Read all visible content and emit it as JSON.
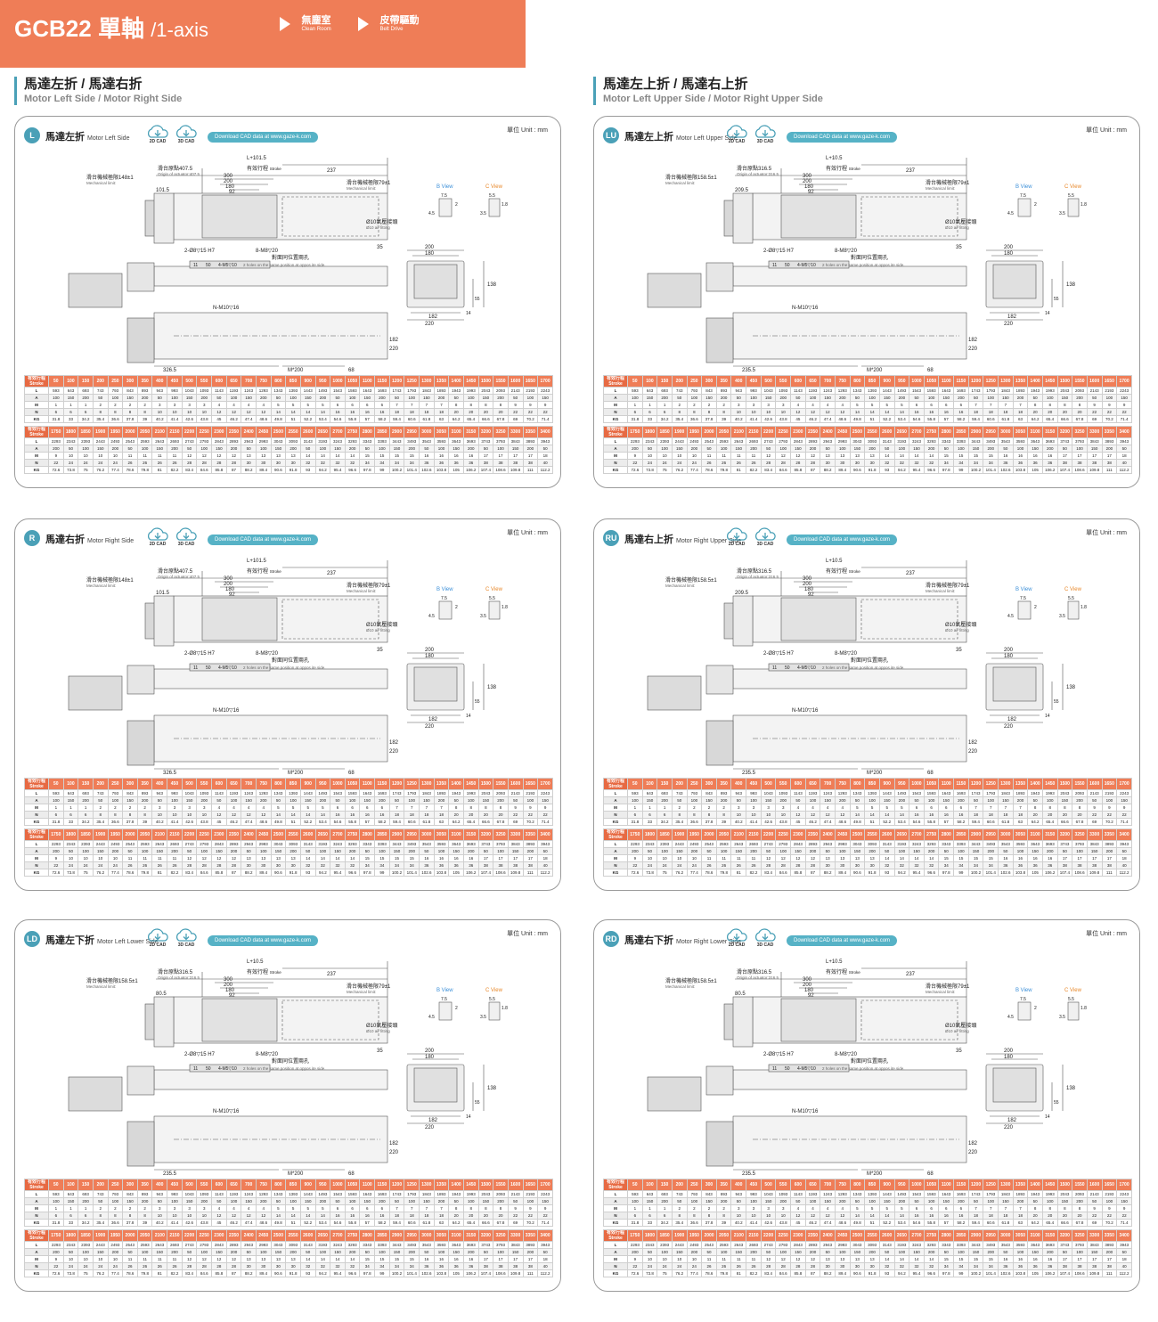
{
  "header": {
    "model": "GCB22",
    "axis_zh": "單軸",
    "axis_en": "/1-axis",
    "features": [
      {
        "zh": "無塵室",
        "en": "Clean Room"
      },
      {
        "zh": "皮帶驅動",
        "en": "Belt Drive"
      }
    ]
  },
  "sections": [
    {
      "zh": "馬達左折 / 馬達右折",
      "en": "Motor Left Side / Motor Right Side"
    },
    {
      "zh": "馬達左上折 / 馬達右上折",
      "en": "Motor Left Upper Side / Motor Right Upper Side"
    }
  ],
  "common": {
    "unit": "單位 Unit : mm",
    "cad2d": "2D CAD",
    "cad3d": "3D CAD",
    "download": "Download CAD data at www.gaze-k.com",
    "origin_zh": "滑台原點",
    "stroke_zh": "有效行程",
    "stroke_en": "Stroke",
    "mech_zh": "滑台機械極限",
    "mech_en": "Mechanical limit:",
    "mech_right": "79±1",
    "air_zh": "Ø10氣壓接頭",
    "air_en": "Ø10 air fitting",
    "bview": "B View",
    "cview": "C View",
    "holes_zh": "對面同位置兩孔",
    "holes_en": "2 holes on the same position at oppos ite side.",
    "dowel": "2-Ø8▽15 H7",
    "m8": "8-M8▽20",
    "m5": "4-M5▽10",
    "nm10": "N-M10▽16",
    "mpitch": "M*200",
    "dims": {
      "d300": "300",
      "d200": "200",
      "d180": "180",
      "d92": "92",
      "d237": "237",
      "d35": "35",
      "d11": "11",
      "d50": "50",
      "d182": "182",
      "d220": "220",
      "d138": "138",
      "d55": "55",
      "d14": "14",
      "d68": "68",
      "d75": "7.5",
      "d45": "4.5",
      "d2": "2",
      "d55b": "5.5",
      "d18": "1.8",
      "d35b": "3.5",
      "d2095": "209.5",
      "d805": "80.5"
    }
  },
  "cards": [
    {
      "code": "L",
      "zh": "馬達左折",
      "en": "Motor Left Side",
      "length_formula": "L+101.5",
      "origin_val": "407.5",
      "origin_en": "Origin of actuator:407.5",
      "mech_left": "148±1",
      "offset": "101.5",
      "bottom_left": "326.5"
    },
    {
      "code": "LU",
      "zh": "馬達左上折",
      "en": "Motor Left Upper Side",
      "length_formula": "L+10.5",
      "origin_val": "316.5",
      "origin_en": "Origin of actuator:316.5",
      "mech_left": "158.5±1",
      "offset": "209.5",
      "bottom_left": "235.5"
    },
    {
      "code": "R",
      "zh": "馬達右折",
      "en": "Motor Right Side",
      "length_formula": "L+101.5",
      "origin_val": "407.5",
      "origin_en": "Origin of actuator:407.5",
      "mech_left": "148±1",
      "offset": "101.5",
      "bottom_left": "326.5"
    },
    {
      "code": "RU",
      "zh": "馬達右上折",
      "en": "Motor Right Upper Side",
      "length_formula": "L+10.5",
      "origin_val": "316.5",
      "origin_en": "Origin of actuator:316.5",
      "mech_left": "158.5±1",
      "offset": "209.5",
      "bottom_left": "235.5"
    },
    {
      "code": "LD",
      "zh": "馬達左下折",
      "en": "Motor Left Lower Side",
      "length_formula": "L+10.5",
      "origin_val": "316.5",
      "origin_en": "Origin of actuator:316.5",
      "mech_left": "158.5±1",
      "offset": "80.5",
      "bottom_left": "235.5"
    },
    {
      "code": "RD",
      "zh": "馬達右下折",
      "en": "Motor Right Lower Side",
      "length_formula": "L+10.5",
      "origin_val": "316.5",
      "origin_en": "Origin of actuator:316.5",
      "mech_left": "158.5±1",
      "offset": "80.5",
      "bottom_left": "235.5"
    }
  ],
  "spec_table": {
    "stroke_label_zh": "有效行程",
    "stroke_label_en": "Stroke",
    "row_labels": [
      "L",
      "A",
      "M",
      "N",
      "KG"
    ],
    "part1": {
      "stroke": [
        "50",
        "100",
        "150",
        "200",
        "250",
        "300",
        "350",
        "400",
        "450",
        "500",
        "550",
        "600",
        "650",
        "700",
        "750",
        "800",
        "850",
        "900",
        "950",
        "1000",
        "1050",
        "1100",
        "1150",
        "1200",
        "1250",
        "1300",
        "1350",
        "1400",
        "1450",
        "1500",
        "1550",
        "1600",
        "1650",
        "1700"
      ],
      "L": [
        "593",
        "643",
        "693",
        "743",
        "793",
        "843",
        "893",
        "943",
        "993",
        "1043",
        "1093",
        "1143",
        "1193",
        "1243",
        "1293",
        "1343",
        "1393",
        "1443",
        "1493",
        "1543",
        "1593",
        "1643",
        "1693",
        "1743",
        "1793",
        "1843",
        "1893",
        "1943",
        "1993",
        "2043",
        "2093",
        "2143",
        "2193",
        "2243"
      ],
      "A": [
        "100",
        "150",
        "200",
        "50",
        "100",
        "150",
        "200",
        "50",
        "100",
        "150",
        "200",
        "50",
        "100",
        "150",
        "200",
        "50",
        "100",
        "150",
        "200",
        "50",
        "100",
        "150",
        "200",
        "50",
        "100",
        "150",
        "200",
        "50",
        "100",
        "150",
        "200",
        "50",
        "100",
        "150"
      ],
      "M": [
        "1",
        "1",
        "1",
        "2",
        "2",
        "2",
        "2",
        "3",
        "3",
        "3",
        "3",
        "4",
        "4",
        "4",
        "4",
        "5",
        "5",
        "5",
        "5",
        "6",
        "6",
        "6",
        "6",
        "7",
        "7",
        "7",
        "7",
        "8",
        "8",
        "8",
        "8",
        "9",
        "9",
        "9"
      ],
      "N": [
        "6",
        "6",
        "6",
        "8",
        "8",
        "8",
        "8",
        "10",
        "10",
        "10",
        "10",
        "12",
        "12",
        "12",
        "12",
        "14",
        "14",
        "14",
        "14",
        "16",
        "16",
        "16",
        "16",
        "18",
        "18",
        "18",
        "18",
        "20",
        "20",
        "20",
        "20",
        "22",
        "22",
        "22"
      ],
      "KG": [
        "31.8",
        "33",
        "34.2",
        "35.4",
        "36.6",
        "37.8",
        "39",
        "40.2",
        "41.4",
        "42.6",
        "43.8",
        "45",
        "46.2",
        "47.4",
        "48.6",
        "49.8",
        "51",
        "52.2",
        "53.4",
        "54.6",
        "55.8",
        "57",
        "58.2",
        "59.4",
        "60.6",
        "61.8",
        "63",
        "64.2",
        "65.4",
        "66.6",
        "67.8",
        "69",
        "70.2",
        "71.4"
      ]
    },
    "part2": {
      "stroke": [
        "1750",
        "1800",
        "1850",
        "1900",
        "1950",
        "2000",
        "2050",
        "2100",
        "2150",
        "2200",
        "2250",
        "2300",
        "2350",
        "2400",
        "2450",
        "2500",
        "2550",
        "2600",
        "2650",
        "2700",
        "2750",
        "2800",
        "2850",
        "2900",
        "2950",
        "3000",
        "3050",
        "3100",
        "3150",
        "3200",
        "3250",
        "3300",
        "3350",
        "3400"
      ],
      "L": [
        "2293",
        "2343",
        "2393",
        "2443",
        "2493",
        "2543",
        "2593",
        "2643",
        "2693",
        "2743",
        "2793",
        "2843",
        "2893",
        "2943",
        "2993",
        "3043",
        "3093",
        "3143",
        "3193",
        "3243",
        "3293",
        "3343",
        "3393",
        "3443",
        "3493",
        "3543",
        "3593",
        "3643",
        "3693",
        "3743",
        "3793",
        "3843",
        "3893",
        "3943"
      ],
      "A": [
        "200",
        "50",
        "100",
        "150",
        "200",
        "50",
        "100",
        "150",
        "200",
        "50",
        "100",
        "150",
        "200",
        "50",
        "100",
        "150",
        "200",
        "50",
        "100",
        "150",
        "200",
        "50",
        "100",
        "150",
        "200",
        "50",
        "100",
        "150",
        "200",
        "50",
        "100",
        "150",
        "200",
        "50"
      ],
      "M": [
        "9",
        "10",
        "10",
        "10",
        "10",
        "11",
        "11",
        "11",
        "11",
        "12",
        "12",
        "12",
        "12",
        "13",
        "13",
        "13",
        "13",
        "14",
        "14",
        "14",
        "14",
        "15",
        "15",
        "15",
        "15",
        "16",
        "16",
        "16",
        "16",
        "17",
        "17",
        "17",
        "17",
        "18"
      ],
      "N": [
        "22",
        "24",
        "24",
        "24",
        "24",
        "26",
        "26",
        "26",
        "26",
        "28",
        "28",
        "28",
        "28",
        "30",
        "30",
        "30",
        "30",
        "32",
        "32",
        "32",
        "32",
        "34",
        "34",
        "34",
        "34",
        "36",
        "36",
        "36",
        "36",
        "38",
        "38",
        "38",
        "38",
        "40"
      ],
      "KG": [
        "72.6",
        "73.8",
        "75",
        "76.2",
        "77.4",
        "78.6",
        "79.8",
        "81",
        "82.2",
        "83.4",
        "84.6",
        "85.8",
        "87",
        "88.2",
        "89.4",
        "90.6",
        "91.8",
        "93",
        "94.2",
        "95.4",
        "96.6",
        "97.8",
        "99",
        "100.2",
        "101.4",
        "102.6",
        "103.8",
        "105",
        "106.2",
        "107.4",
        "108.6",
        "109.8",
        "111",
        "112.2"
      ]
    }
  }
}
